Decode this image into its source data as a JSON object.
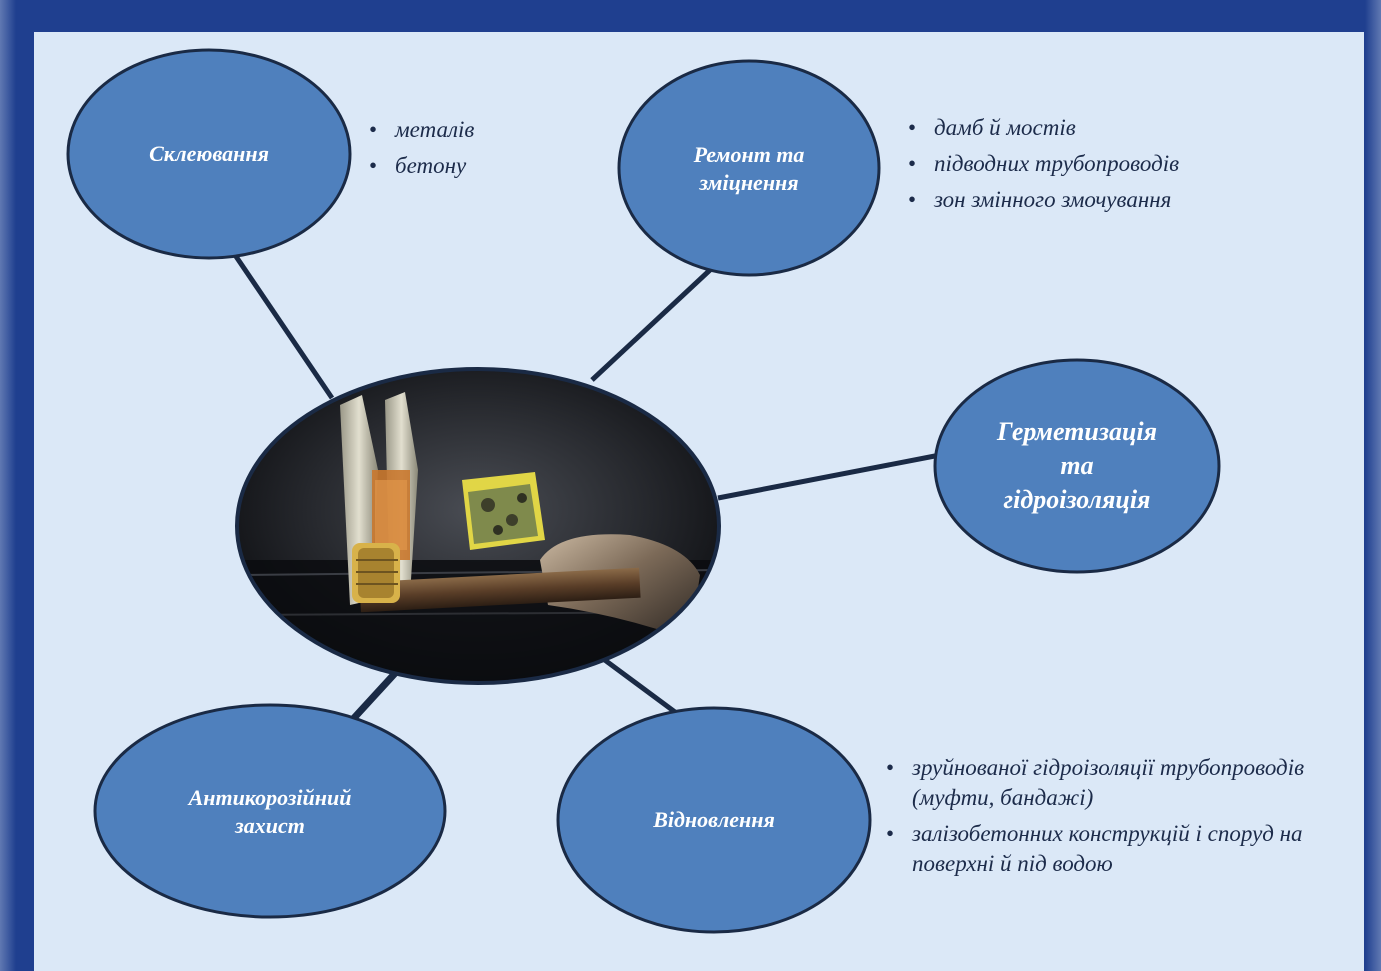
{
  "nodes": {
    "gluing": {
      "label": "Склеювання",
      "items": [
        "металів",
        "бетону"
      ]
    },
    "repair": {
      "label": "Ремонт та\nзміцнення",
      "items": [
        "дамб й мостів",
        "підводних трубопроводів",
        "зон змінного змочування"
      ]
    },
    "sealing": {
      "label": "Герметизація\nта\nгідроізоляція",
      "items": []
    },
    "anticorrosion": {
      "label": "Антикорозійний\nзахист",
      "items": []
    },
    "restoration": {
      "label": "Відновлення",
      "items": [
        "зруйнованої гідроізоляції трубопроводів (муфти, бандажі)",
        "залізобетонних конструкцій і споруд на поверхні й під водою"
      ]
    }
  },
  "center_image": {
    "icon": "sample-materials-photo"
  },
  "colors": {
    "node_fill": "#4f80bd",
    "node_stroke": "#1a2a45",
    "connector": "#1a2a45",
    "panel": "#dbe8f7",
    "frame": "#1f3f8f"
  }
}
